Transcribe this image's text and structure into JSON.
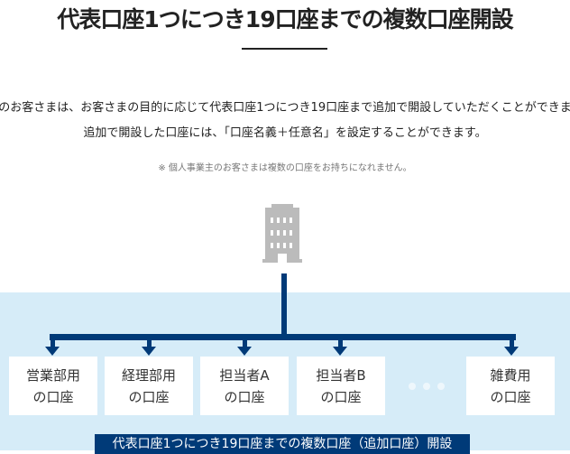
{
  "title": "代表口座1つにつき19口座までの複数口座開設",
  "description": {
    "line1": "人のお客さまは、お客さまの目的に応じて代表口座1つにつき19口座まで追加で開設していただくことができます",
    "line2": "追加で開設した口座には、「口座名義＋任意名」を設定することができます。",
    "note": "※ 個人事業主のお客さまは複数の口座をお持ちになれません。"
  },
  "diagram": {
    "accounts": [
      {
        "line1": "営業部用",
        "line2": "の口座"
      },
      {
        "line1": "経理部用",
        "line2": "の口座"
      },
      {
        "line1": "担当者A",
        "line2": "の口座"
      },
      {
        "line1": "担当者B",
        "line2": "の口座"
      },
      {
        "line1": "雑費用",
        "line2": "の口座"
      }
    ],
    "caption": "代表口座1つにつき19口座までの複数口座（追加口座）開設",
    "colors": {
      "navy": "#003a78",
      "band": "#d6ecf8",
      "building": "#bbbbbb"
    }
  }
}
